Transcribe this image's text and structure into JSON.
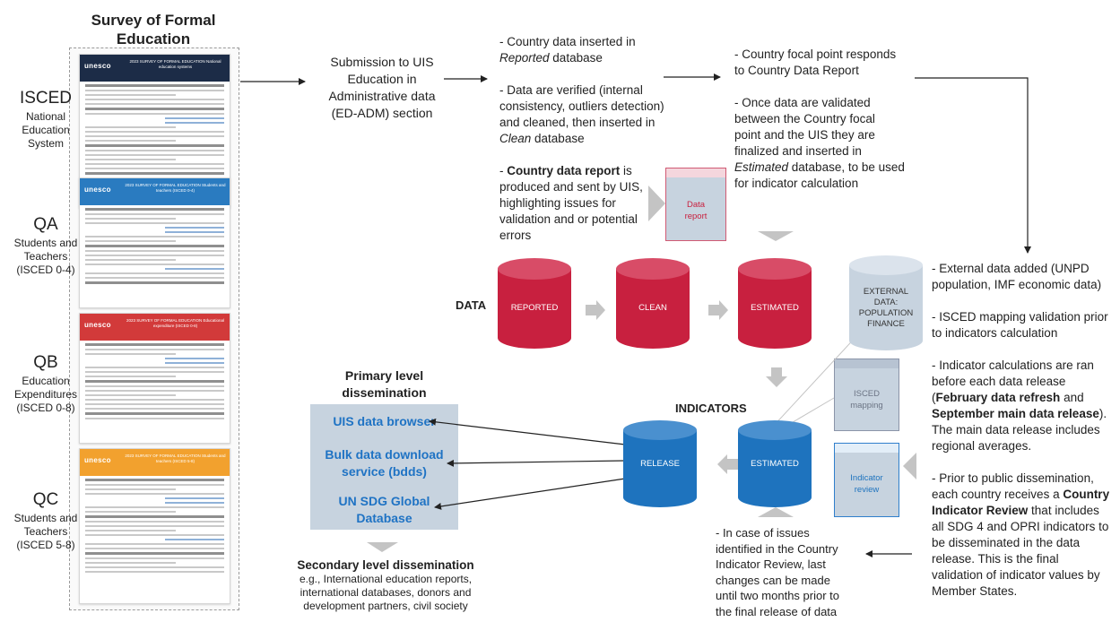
{
  "survey": {
    "title_line1": "Survey of Formal",
    "title_line2": "Education",
    "sections": [
      {
        "code": "ISCED",
        "line1": "National",
        "line2": "Education",
        "line3": "System",
        "header_color": "#1c2c47",
        "logo": "unesco",
        "doc_title": "2023 SURVEY OF FORMAL EDUCATION National education systems"
      },
      {
        "code": "QA",
        "line1": "Students and",
        "line2": "Teachers",
        "line3": "(ISCED 0-4)",
        "header_color": "#2a7bc0",
        "logo": "unesco",
        "doc_title": "2023 SURVEY OF FORMAL EDUCATION Students and teachers (ISCED 0-4)"
      },
      {
        "code": "QB",
        "line1": "Education",
        "line2": "Expenditures",
        "line3": "(ISCED 0-8)",
        "header_color": "#d23a3a",
        "logo": "unesco",
        "doc_title": "2023 SURVEY OF FORMAL EDUCATION Educational expenditure (ISCED 0-8)"
      },
      {
        "code": "QC",
        "line1": "Students and",
        "line2": "Teachers",
        "line3": "(ISCED 5-8)",
        "header_color": "#f2a12e",
        "logo": "unesco",
        "doc_title": "2023 SURVEY OF FORMAL EDUCATION Students and teachers (ISCED 5-8)"
      }
    ]
  },
  "submission": {
    "line1": "Submission to UIS",
    "line2": "Education in",
    "line3": "Administrative data",
    "line4": "(ED-ADM) section"
  },
  "process": {
    "p1_a": "- Country data inserted in",
    "p1_b": "Reported",
    "p1_c": " database",
    "p2_a": "- Data are verified (internal",
    "p2_b": "consistency, outliers detection)",
    "p2_c": "and cleaned, then inserted in",
    "p2_d": "Clean",
    "p2_e": " database",
    "p3_a": "- ",
    "p3_b": "Country data report",
    "p3_c": " is",
    "p3_d": "produced and sent by UIS,",
    "p3_e": "highlighting issues for",
    "p3_f": "validation and or potential",
    "p3_g": "errors"
  },
  "focal": {
    "f1_a": "- Country focal point responds",
    "f1_b": "to Country Data Report",
    "f2_a": "- Once data are validated",
    "f2_b": "between the Country focal",
    "f2_c": "point and the UIS they are",
    "f2_d": "finalized and inserted in",
    "f2_e": "Estimated",
    "f2_f": " database, to be used",
    "f2_g": "for indicator calculation"
  },
  "data_report": {
    "line1": "Data",
    "line2": "report"
  },
  "data_row": {
    "label": "DATA",
    "reported": "REPORTED",
    "clean": "CLEAN",
    "estimated": "ESTIMATED",
    "external_line1": "EXTERNAL",
    "external_line2": "DATA:",
    "external_line3": "POPULATION",
    "external_line4": "FINANCE"
  },
  "isced_mapping": {
    "line1": "ISCED",
    "line2": "mapping"
  },
  "indicators_row": {
    "label": "INDICATORS",
    "release": "RELEASE",
    "estimated": "ESTIMATED"
  },
  "indicator_review": {
    "line1": "Indicator",
    "line2": "review"
  },
  "right_notes": {
    "n1_a": "- External data added (UNPD",
    "n1_b": "population, IMF economic data)",
    "n2_a": "- ISCED mapping validation prior",
    "n2_b": "to indicators calculation",
    "n3_a": "- Indicator calculations are ran",
    "n3_b": "before each data release",
    "n3_c": "(",
    "n3_d": "February data refresh",
    "n3_e": " and",
    "n3_f": "September main data release",
    "n3_g": ").",
    "n3_h": "The main data release includes",
    "n3_i": "regional averages.",
    "n4_a": "- Prior to public dissemination,",
    "n4_b": "each country receives a ",
    "n4_c": "Country",
    "n4_d": "Indicator Review",
    "n4_e": " that includes",
    "n4_f": "all SDG 4 and OPRI indicators to",
    "n4_g": "be disseminated in the data",
    "n4_h": "release. This is the final",
    "n4_i": "validation of indicator values by",
    "n4_j": "Member States."
  },
  "issues_note": {
    "l1": "- In case of issues",
    "l2": "identified in the Country",
    "l3": "Indicator Review, last",
    "l4": "changes can be made",
    "l5": "until two months prior to",
    "l6": "the final release of data"
  },
  "primary": {
    "title_line1": "Primary level",
    "title_line2": "dissemination",
    "links": [
      "UIS data browser",
      "Bulk data download",
      "service (bdds)",
      "UN SDG Global",
      "Database"
    ]
  },
  "secondary": {
    "title": "Secondary level dissemination",
    "l1": "e.g., International education reports,",
    "l2": "international databases, donors and",
    "l3": "development partners, civil society"
  },
  "colors": {
    "red_db": "#c8203f",
    "blue_db": "#1e73be",
    "grey_db": "#c7d3df",
    "arrow_grey": "#c4c4c4"
  }
}
